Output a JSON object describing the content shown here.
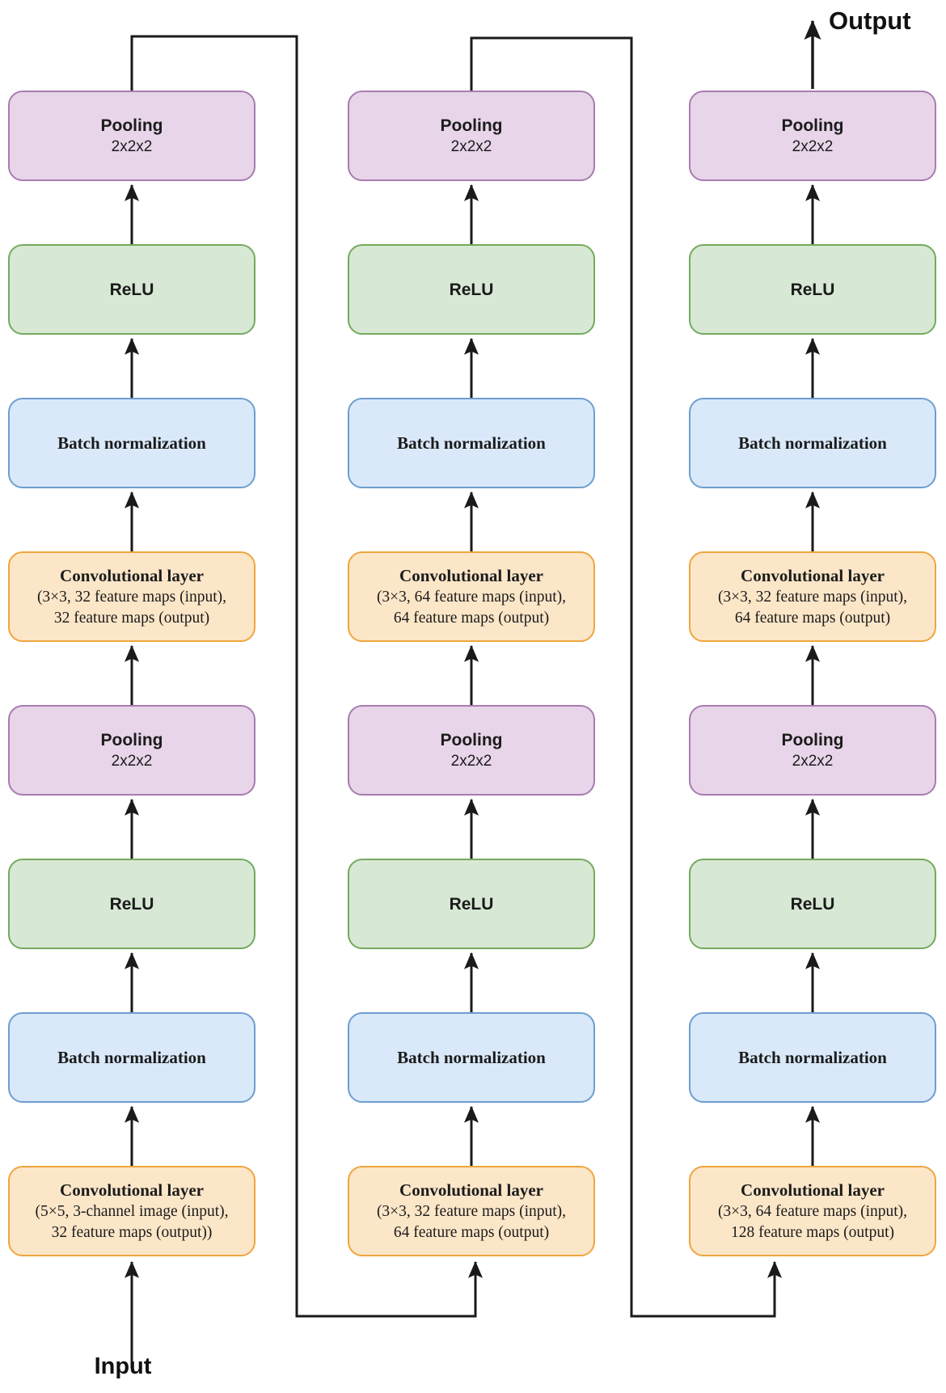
{
  "diagram": {
    "title": "CNN architecture block diagram",
    "input_label": "Input",
    "output_label": "Output"
  },
  "palette": {
    "conv_fill": "#FCE6C8",
    "conv_border": "#EFA53F",
    "batchnorm_fill": "#D9E9FA",
    "batchnorm_border": "#6E9ECF",
    "relu_fill": "#D7E8D4",
    "relu_border": "#74AA5E",
    "pooling_fill": "#E8D5E9",
    "pooling_border": "#A87CB0",
    "arrow_color": "#1A1A1A"
  },
  "columns": [
    {
      "layers": [
        {
          "type": "pooling",
          "title": "Pooling",
          "subtitle": "2x2x2"
        },
        {
          "type": "relu",
          "title": "ReLU"
        },
        {
          "type": "batchnorm",
          "title": "Batch normalization"
        },
        {
          "type": "conv",
          "title": "Convolutional layer",
          "line1": "(3×3, 32 feature maps (input),",
          "line2": "32 feature maps (output)"
        },
        {
          "type": "pooling",
          "title": "Pooling",
          "subtitle": "2x2x2"
        },
        {
          "type": "relu",
          "title": "ReLU"
        },
        {
          "type": "batchnorm",
          "title": "Batch normalization"
        },
        {
          "type": "conv",
          "title": "Convolutional layer",
          "line1": "(5×5, 3-channel image (input),",
          "line2": "32 feature maps (output))"
        }
      ]
    },
    {
      "layers": [
        {
          "type": "pooling",
          "title": "Pooling",
          "subtitle": "2x2x2"
        },
        {
          "type": "relu",
          "title": "ReLU"
        },
        {
          "type": "batchnorm",
          "title": "Batch normalization"
        },
        {
          "type": "conv",
          "title": "Convolutional layer",
          "line1": "(3×3, 64 feature maps (input),",
          "line2": "64 feature maps (output)"
        },
        {
          "type": "pooling",
          "title": "Pooling",
          "subtitle": "2x2x2"
        },
        {
          "type": "relu",
          "title": "ReLU"
        },
        {
          "type": "batchnorm",
          "title": "Batch normalization"
        },
        {
          "type": "conv",
          "title": "Convolutional layer",
          "line1": "(3×3, 32 feature maps (input),",
          "line2": "64 feature maps (output)"
        }
      ]
    },
    {
      "layers": [
        {
          "type": "pooling",
          "title": "Pooling",
          "subtitle": "2x2x2"
        },
        {
          "type": "relu",
          "title": "ReLU"
        },
        {
          "type": "batchnorm",
          "title": "Batch normalization"
        },
        {
          "type": "conv",
          "title": "Convolutional layer",
          "line1": "(3×3, 32 feature maps (input),",
          "line2": "64 feature maps (output)"
        },
        {
          "type": "pooling",
          "title": "Pooling",
          "subtitle": "2x2x2"
        },
        {
          "type": "relu",
          "title": "ReLU"
        },
        {
          "type": "batchnorm",
          "title": "Batch normalization"
        },
        {
          "type": "conv",
          "title": "Convolutional layer",
          "line1": "(3×3, 64 feature maps (input),",
          "line2": "128 feature maps (output)"
        }
      ]
    }
  ]
}
